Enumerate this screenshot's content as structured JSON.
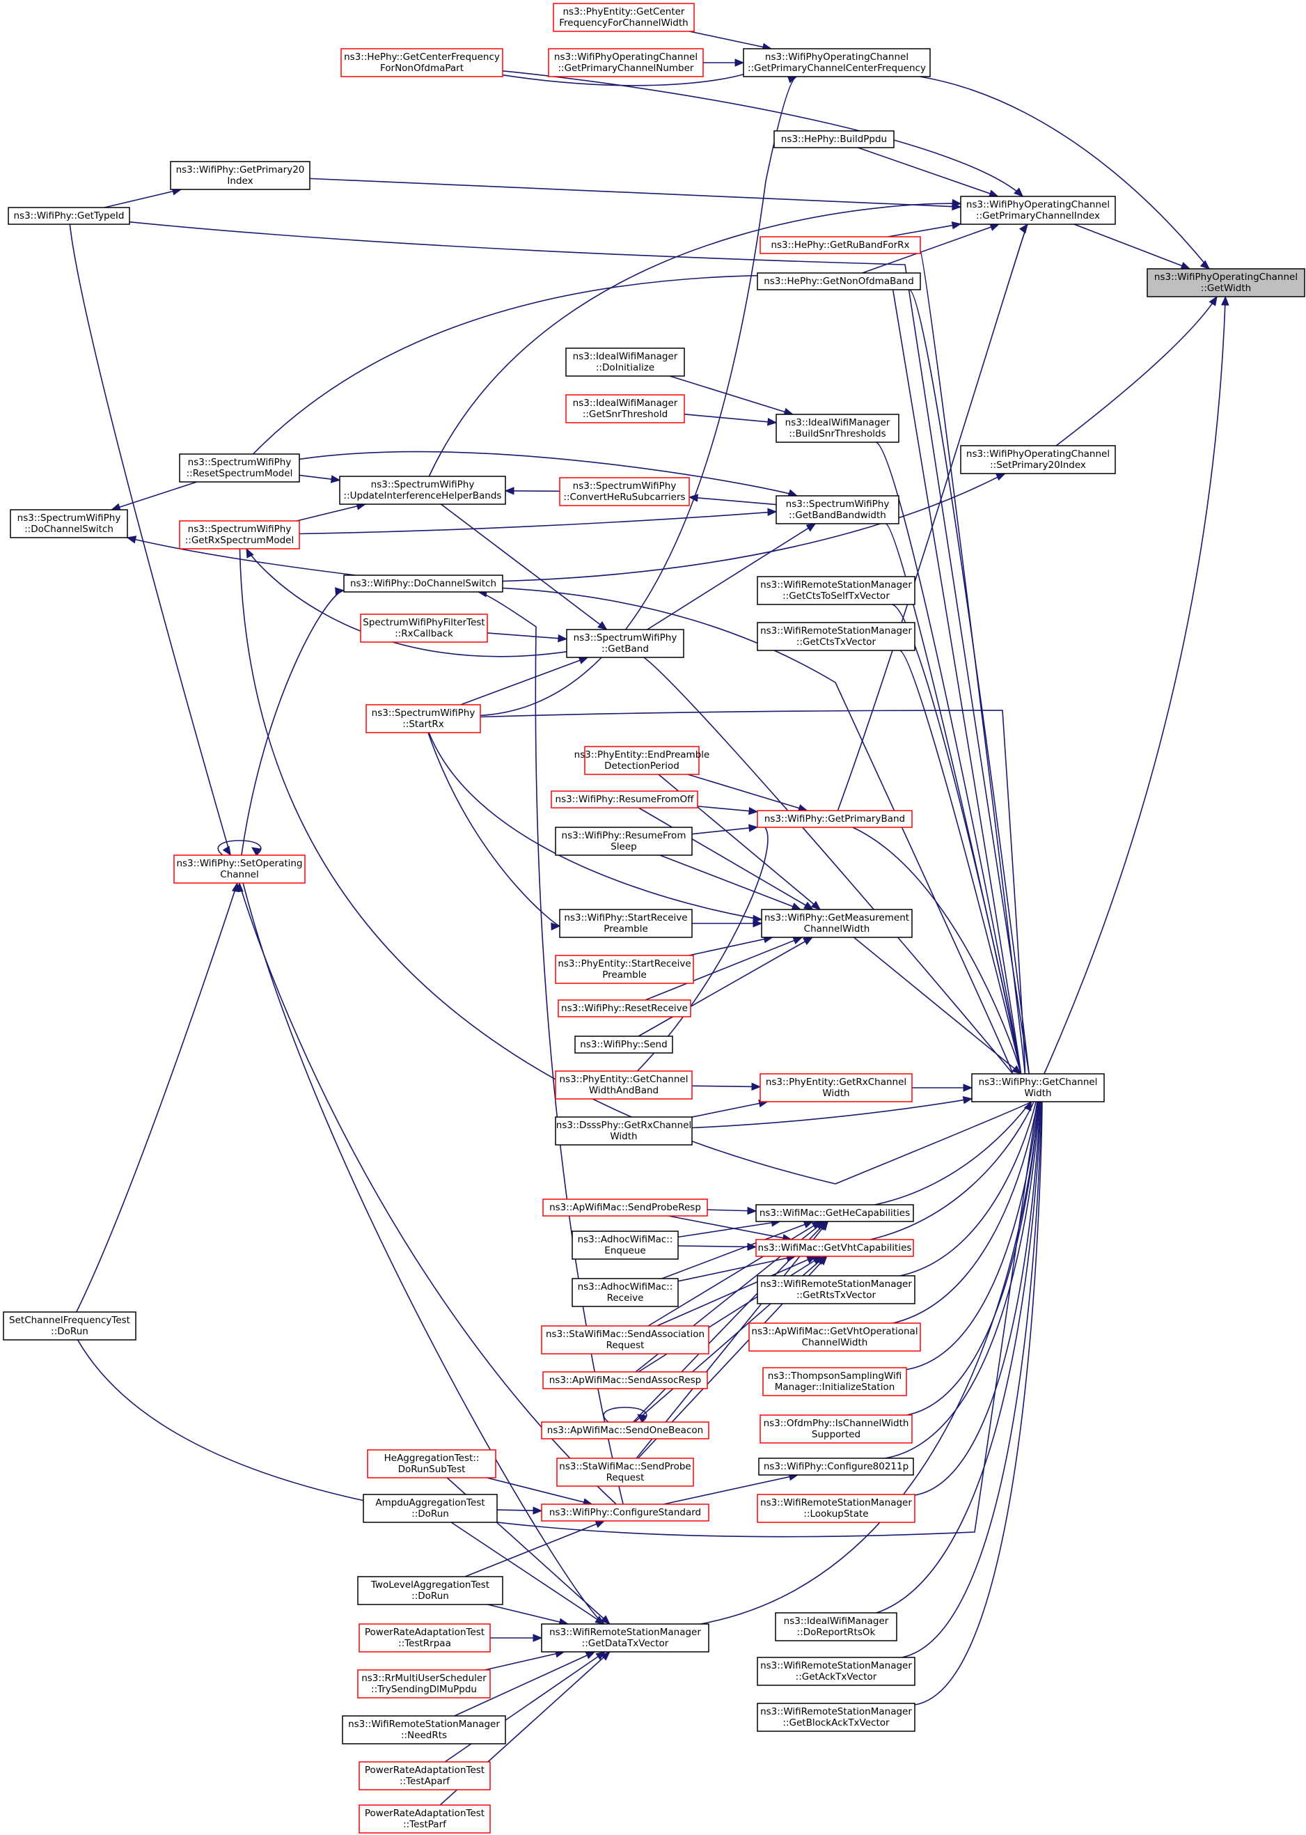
{
  "diagram": {
    "type": "doxygen-caller-graph",
    "colors": {
      "edge": "#191970",
      "node_border": "#000000",
      "node_link_border": "#ff0000",
      "target_fill": "#bfbfbf"
    },
    "nodes": [
      {
        "id": "n0",
        "lines": [
          "ns3::WifiPhyOperatingChannel",
          "::GetWidth"
        ],
        "style": "target"
      },
      {
        "id": "n1",
        "lines": [
          "ns3::WifiPhyOperatingChannel",
          "::GetPrimaryChannelCenterFrequency"
        ],
        "style": "black"
      },
      {
        "id": "n2",
        "lines": [
          "ns3::PhyEntity::GetCenter",
          "FrequencyForChannelWidth"
        ],
        "style": "red"
      },
      {
        "id": "n3",
        "lines": [
          "ns3::HePhy::GetCenterFrequency",
          "ForNonOfdmaPart"
        ],
        "style": "red"
      },
      {
        "id": "n4",
        "lines": [
          "ns3::WifiPhyOperatingChannel",
          "::GetPrimaryChannelNumber"
        ],
        "style": "red"
      },
      {
        "id": "n5",
        "lines": [
          "ns3::HePhy::BuildPpdu"
        ],
        "style": "black"
      },
      {
        "id": "n6",
        "lines": [
          "ns3::WifiPhy::GetPrimary20",
          "Index"
        ],
        "style": "black"
      },
      {
        "id": "n7",
        "lines": [
          "ns3::WifiPhyOperatingChannel",
          "::GetPrimaryChannelIndex"
        ],
        "style": "black"
      },
      {
        "id": "n8",
        "lines": [
          "ns3::WifiPhy::GetTypeId"
        ],
        "style": "black"
      },
      {
        "id": "n9",
        "lines": [
          "ns3::HePhy::GetRuBandForRx"
        ],
        "style": "red"
      },
      {
        "id": "n10",
        "lines": [
          "ns3::HePhy::GetNonOfdmaBand"
        ],
        "style": "black"
      },
      {
        "id": "n11",
        "lines": [
          "ns3::IdealWifiManager",
          "::DoInitialize"
        ],
        "style": "black"
      },
      {
        "id": "n12",
        "lines": [
          "ns3::IdealWifiManager",
          "::GetSnrThreshold"
        ],
        "style": "red"
      },
      {
        "id": "n13",
        "lines": [
          "ns3::IdealWifiManager",
          "::BuildSnrThresholds"
        ],
        "style": "black"
      },
      {
        "id": "n14",
        "lines": [
          "ns3::WifiPhyOperatingChannel",
          "::SetPrimary20Index"
        ],
        "style": "black"
      },
      {
        "id": "n15",
        "lines": [
          "ns3::SpectrumWifiPhy",
          "::ResetSpectrumModel"
        ],
        "style": "black"
      },
      {
        "id": "n16",
        "lines": [
          "ns3::SpectrumWifiPhy",
          "::UpdateInterferenceHelperBands"
        ],
        "style": "black"
      },
      {
        "id": "n17",
        "lines": [
          "ns3::SpectrumWifiPhy",
          "::ConvertHeRuSubcarriers"
        ],
        "style": "red"
      },
      {
        "id": "n18",
        "lines": [
          "ns3::SpectrumWifiPhy",
          "::GetBandBandwidth"
        ],
        "style": "black"
      },
      {
        "id": "n19",
        "lines": [
          "ns3::SpectrumWifiPhy",
          "::DoChannelSwitch"
        ],
        "style": "black"
      },
      {
        "id": "n20",
        "lines": [
          "ns3::SpectrumWifiPhy",
          "::GetRxSpectrumModel"
        ],
        "style": "red"
      },
      {
        "id": "n21",
        "lines": [
          "ns3::WifiPhy::DoChannelSwitch"
        ],
        "style": "black"
      },
      {
        "id": "n22",
        "lines": [
          "ns3::WifiRemoteStationManager",
          "::GetCtsToSelfTxVector"
        ],
        "style": "black"
      },
      {
        "id": "n23",
        "lines": [
          "SpectrumWifiPhyFilterTest",
          "::RxCallback"
        ],
        "style": "red"
      },
      {
        "id": "n24",
        "lines": [
          "ns3::SpectrumWifiPhy",
          "::GetBand"
        ],
        "style": "black"
      },
      {
        "id": "n25",
        "lines": [
          "ns3::WifiRemoteStationManager",
          "::GetCtsTxVector"
        ],
        "style": "black"
      },
      {
        "id": "n26",
        "lines": [
          "ns3::SpectrumWifiPhy",
          "::StartRx"
        ],
        "style": "red"
      },
      {
        "id": "n27",
        "lines": [
          "ns3::PhyEntity::EndPreamble",
          "DetectionPeriod"
        ],
        "style": "red"
      },
      {
        "id": "n28",
        "lines": [
          "ns3::WifiPhy::ResumeFromOff"
        ],
        "style": "red"
      },
      {
        "id": "n29",
        "lines": [
          "ns3::WifiPhy::GetPrimaryBand"
        ],
        "style": "red"
      },
      {
        "id": "n30",
        "lines": [
          "ns3::WifiPhy::ResumeFrom",
          "Sleep"
        ],
        "style": "black"
      },
      {
        "id": "n31",
        "lines": [
          "ns3::WifiPhy::SetOperating",
          "Channel"
        ],
        "style": "red"
      },
      {
        "id": "n32",
        "lines": [
          "ns3::WifiPhy::StartReceive",
          "Preamble"
        ],
        "style": "black"
      },
      {
        "id": "n33",
        "lines": [
          "ns3::WifiPhy::GetMeasurement",
          "ChannelWidth"
        ],
        "style": "black"
      },
      {
        "id": "n34",
        "lines": [
          "ns3::PhyEntity::StartReceive",
          "Preamble"
        ],
        "style": "red"
      },
      {
        "id": "n35",
        "lines": [
          "ns3::WifiPhy::ResetReceive"
        ],
        "style": "red"
      },
      {
        "id": "n36",
        "lines": [
          "ns3::WifiPhy::Send"
        ],
        "style": "black"
      },
      {
        "id": "n37",
        "lines": [
          "ns3::PhyEntity::GetChannel",
          "WidthAndBand"
        ],
        "style": "red"
      },
      {
        "id": "n38",
        "lines": [
          "ns3::PhyEntity::GetRxChannel",
          "Width"
        ],
        "style": "red"
      },
      {
        "id": "n39",
        "lines": [
          "ns3::WifiPhy::GetChannel",
          "Width"
        ],
        "style": "black"
      },
      {
        "id": "n40",
        "lines": [
          "ns3::DsssPhy::GetRxChannel",
          "Width"
        ],
        "style": "black"
      },
      {
        "id": "n41",
        "lines": [
          "ns3::ApWifiMac::SendProbeResp"
        ],
        "style": "red"
      },
      {
        "id": "n42",
        "lines": [
          "ns3::WifiMac::GetHeCapabilities"
        ],
        "style": "black"
      },
      {
        "id": "n43",
        "lines": [
          "ns3::AdhocWifiMac::",
          "Enqueue"
        ],
        "style": "black"
      },
      {
        "id": "n44",
        "lines": [
          "ns3::WifiMac::GetVhtCapabilities"
        ],
        "style": "red"
      },
      {
        "id": "n45",
        "lines": [
          "ns3::AdhocWifiMac::",
          "Receive"
        ],
        "style": "black"
      },
      {
        "id": "n46",
        "lines": [
          "ns3::WifiRemoteStationManager",
          "::GetRtsTxVector"
        ],
        "style": "black"
      },
      {
        "id": "n47",
        "lines": [
          "SetChannelFrequencyTest",
          "::DoRun"
        ],
        "style": "black"
      },
      {
        "id": "n48",
        "lines": [
          "ns3::StaWifiMac::SendAssociation",
          "Request"
        ],
        "style": "red"
      },
      {
        "id": "n49",
        "lines": [
          "ns3::ApWifiMac::GetVhtOperational",
          "ChannelWidth"
        ],
        "style": "red"
      },
      {
        "id": "n50",
        "lines": [
          "ns3::ApWifiMac::SendAssocResp"
        ],
        "style": "red"
      },
      {
        "id": "n51",
        "lines": [
          "ns3::ThompsonSamplingWifi",
          "Manager::InitializeStation"
        ],
        "style": "red"
      },
      {
        "id": "n52",
        "lines": [
          "ns3::ApWifiMac::SendOneBeacon"
        ],
        "style": "red"
      },
      {
        "id": "n53",
        "lines": [
          "ns3::OfdmPhy::IsChannelWidth",
          "Supported"
        ],
        "style": "red"
      },
      {
        "id": "n54",
        "lines": [
          "HeAggregationTest::",
          "DoRunSubTest"
        ],
        "style": "red"
      },
      {
        "id": "n55",
        "lines": [
          "ns3::StaWifiMac::SendProbe",
          "Request"
        ],
        "style": "red"
      },
      {
        "id": "n56",
        "lines": [
          "ns3::WifiPhy::Configure80211p"
        ],
        "style": "black"
      },
      {
        "id": "n57",
        "lines": [
          "AmpduAggregationTest",
          "::DoRun"
        ],
        "style": "black"
      },
      {
        "id": "n58",
        "lines": [
          "ns3::WifiPhy::ConfigureStandard"
        ],
        "style": "red"
      },
      {
        "id": "n59",
        "lines": [
          "ns3::WifiRemoteStationManager",
          "::LookupState"
        ],
        "style": "red"
      },
      {
        "id": "n60",
        "lines": [
          "TwoLevelAggregationTest",
          "::DoRun"
        ],
        "style": "black"
      },
      {
        "id": "n61",
        "lines": [
          "ns3::IdealWifiManager",
          "::DoReportRtsOk"
        ],
        "style": "black"
      },
      {
        "id": "n62",
        "lines": [
          "PowerRateAdaptationTest",
          "::TestRrpaa"
        ],
        "style": "red"
      },
      {
        "id": "n63",
        "lines": [
          "ns3::WifiRemoteStationManager",
          "::GetDataTxVector"
        ],
        "style": "black"
      },
      {
        "id": "n64",
        "lines": [
          "ns3::WifiRemoteStationManager",
          "::GetAckTxVector"
        ],
        "style": "black"
      },
      {
        "id": "n65",
        "lines": [
          "ns3::RrMultiUserScheduler",
          "::TrySendingDlMuPpdu"
        ],
        "style": "red"
      },
      {
        "id": "n66",
        "lines": [
          "ns3::WifiRemoteStationManager",
          "::GetBlockAckTxVector"
        ],
        "style": "black"
      },
      {
        "id": "n67",
        "lines": [
          "ns3::WifiRemoteStationManager",
          "::NeedRts"
        ],
        "style": "black"
      },
      {
        "id": "n68",
        "lines": [
          "PowerRateAdaptationTest",
          "::TestAparf"
        ],
        "style": "red"
      },
      {
        "id": "n69",
        "lines": [
          "PowerRateAdaptationTest",
          "::TestParf"
        ],
        "style": "red"
      }
    ]
  }
}
